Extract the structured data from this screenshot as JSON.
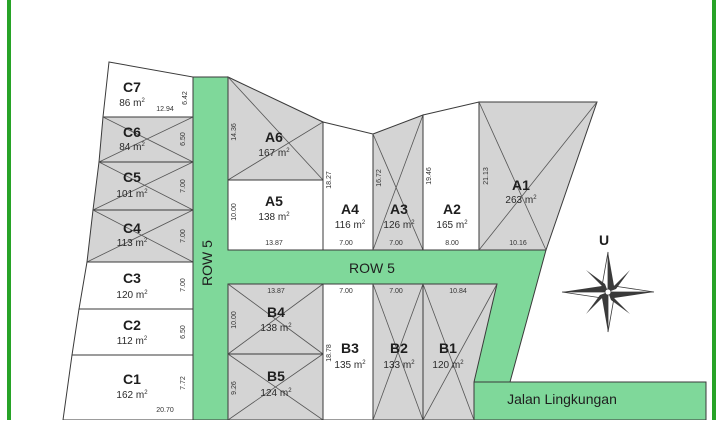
{
  "colors": {
    "border": "#27a327",
    "road": "#7fd89a",
    "lot_shaded": "#d4d4d4",
    "lot_plain": "#ffffff",
    "outline": "#3a3a3a"
  },
  "roads": {
    "row5_vertical": "ROW 5",
    "row5_horizontal": "ROW 5",
    "jalan": "Jalan Lingkungan"
  },
  "compass": {
    "label": "U",
    "icon": "compass-rose-icon"
  },
  "area_unit": "m",
  "area_exp": "2",
  "lots": [
    {
      "code": "C7",
      "area": "86"
    },
    {
      "code": "C6",
      "area": "84"
    },
    {
      "code": "C5",
      "area": "101"
    },
    {
      "code": "C4",
      "area": "113"
    },
    {
      "code": "C3",
      "area": "120"
    },
    {
      "code": "C2",
      "area": "112"
    },
    {
      "code": "C1",
      "area": "162"
    },
    {
      "code": "A6",
      "area": "167"
    },
    {
      "code": "A5",
      "area": "138"
    },
    {
      "code": "A4",
      "area": "116"
    },
    {
      "code": "A3",
      "area": "126"
    },
    {
      "code": "A2",
      "area": "165"
    },
    {
      "code": "A1",
      "area": "263"
    },
    {
      "code": "B4",
      "area": "138"
    },
    {
      "code": "B5",
      "area": "124"
    },
    {
      "code": "B3",
      "area": "135"
    },
    {
      "code": "B2",
      "area": "133"
    },
    {
      "code": "B1",
      "area": "120"
    }
  ],
  "dimensions": {
    "c7_width": "12.94",
    "c7_side": "6.42",
    "c6_side": "6.50",
    "c5_side": "7.00",
    "c4_side": "7.00",
    "c3_side": "7.00",
    "c2_side": "6.50",
    "c1_side": "7.72",
    "c1_width": "20.70",
    "a6_side": "14.36",
    "a5_side": "10.00",
    "a5_width": "13.87",
    "a4_side": "18.27",
    "a4_width": "7.00",
    "a3_side": "16.72",
    "a3_width": "7.00",
    "a2_side": "19.46",
    "a2_width": "8.00",
    "a1_side": "21.13",
    "a1_width": "10.16",
    "b4_width": "13.87",
    "b4_side": "10.00",
    "b5_side": "9.26",
    "b3_width": "7.00",
    "b3_side": "18.78",
    "b2_width": "7.00",
    "b1_width": "10.84"
  }
}
